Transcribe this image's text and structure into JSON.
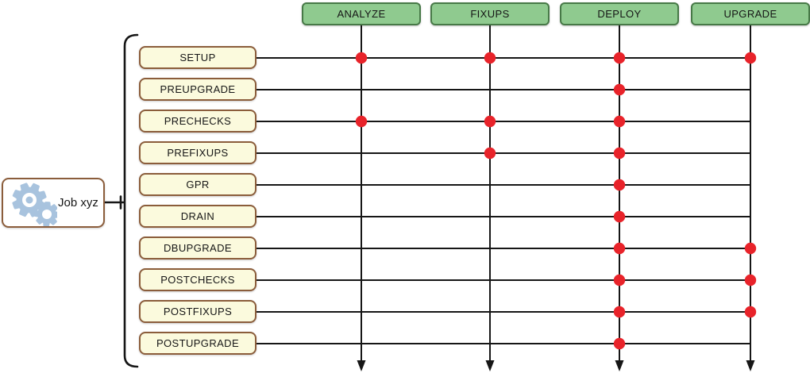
{
  "diagram": {
    "job": {
      "label": "Job xyz"
    },
    "columns": [
      {
        "id": "analyze",
        "label": "ANALYZE"
      },
      {
        "id": "fixups",
        "label": "FIXUPS"
      },
      {
        "id": "deploy",
        "label": "DEPLOY"
      },
      {
        "id": "upgrade",
        "label": "UPGRADE"
      }
    ],
    "rows": [
      {
        "id": "setup",
        "label": "SETUP",
        "dots": [
          1,
          1,
          1,
          1
        ]
      },
      {
        "id": "preupgrade",
        "label": "PREUPGRADE",
        "dots": [
          0,
          0,
          1,
          0
        ]
      },
      {
        "id": "prechecks",
        "label": "PRECHECKS",
        "dots": [
          1,
          1,
          1,
          0
        ]
      },
      {
        "id": "prefixups",
        "label": "PREFIXUPS",
        "dots": [
          0,
          1,
          1,
          0
        ]
      },
      {
        "id": "gpr",
        "label": "GPR",
        "dots": [
          0,
          0,
          1,
          0
        ]
      },
      {
        "id": "drain",
        "label": "DRAIN",
        "dots": [
          0,
          0,
          1,
          0
        ]
      },
      {
        "id": "dbupgrade",
        "label": "DBUPGRADE",
        "dots": [
          0,
          0,
          1,
          1
        ]
      },
      {
        "id": "postchecks",
        "label": "POSTCHECKS",
        "dots": [
          0,
          0,
          1,
          1
        ]
      },
      {
        "id": "postfixups",
        "label": "POSTFIXUPS",
        "dots": [
          0,
          0,
          1,
          1
        ]
      },
      {
        "id": "postupgrade",
        "label": "POSTUPGRADE",
        "dots": [
          0,
          0,
          1,
          0
        ]
      }
    ],
    "colors": {
      "command_fill": "#8fca8f",
      "command_border": "#477947",
      "phase_fill": "#fbfadd",
      "phase_border": "#8b5d3b",
      "job_border": "#8b5d3b",
      "dot": "#e8232a",
      "line": "#161616",
      "gear": "#a8c3de"
    }
  }
}
